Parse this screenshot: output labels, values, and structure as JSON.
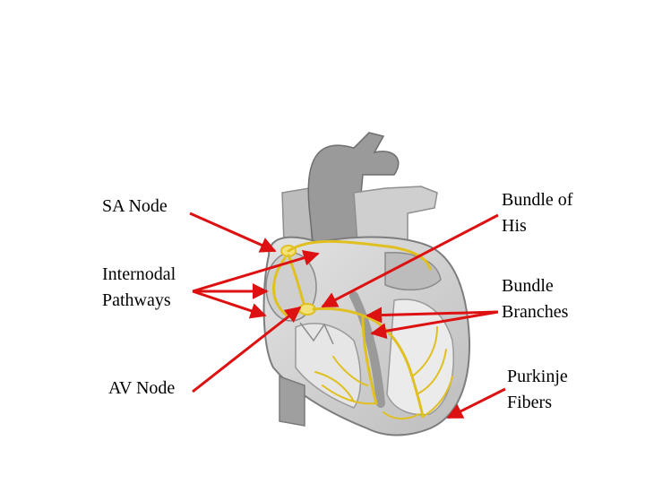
{
  "labels": {
    "sa_node": "SA Node",
    "internodal_pathways": "Internodal\nPathways",
    "av_node": "AV Node",
    "bundle_of_his": "Bundle of\nHis",
    "bundle_branches": "Bundle\nBranches",
    "purkinje_fibers": "Purkinje\nFibers"
  },
  "colors": {
    "arrow": "#dd1111",
    "conduction": "#e0c020",
    "heart_outer": "#a9a9a9",
    "heart_inner": "#d8d8d8",
    "heart_shadow": "#7d7d7d"
  }
}
